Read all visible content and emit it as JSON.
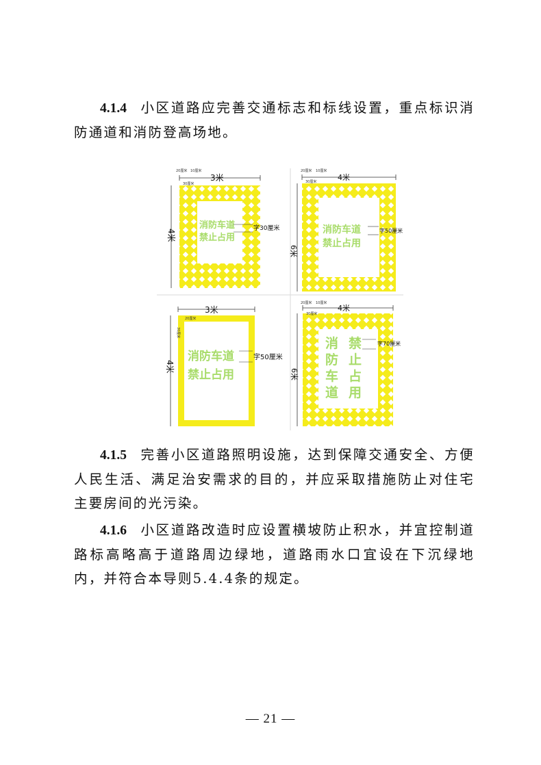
{
  "paragraphs": [
    {
      "num": "4.1.4",
      "text": "小区道路应完善交通标志和标线设置，重点标识消防通道和消防登高场地。"
    },
    {
      "num": "4.1.5",
      "text": "完善小区道路照明设施，达到保障交通安全、方便人民生活、满足治安需求的目的，并应采取措施防止对住宅主要房间的光污染。"
    },
    {
      "num": "4.1.6",
      "text": "小区道路改造时应设置横坡防止积水，并宜控制道路标高略高于道路周边绿地，道路雨水口宜设在下沉绿地内，并符合本导则5.4.4条的规定。"
    }
  ],
  "figure": {
    "panel_a": {
      "width": "3米",
      "height": "4米",
      "dim1": "20厘米",
      "dim2": "10厘米",
      "dim3": "30厘米",
      "line1": "消防车道",
      "line2": "禁止占用",
      "font": "字30厘米"
    },
    "panel_b": {
      "width": "4米",
      "height": "6米",
      "dim1": "20厘米",
      "dim2": "10厘米",
      "dim3": "30厘米",
      "line1": "消防车道",
      "line2": "禁止占用",
      "font": "字50厘米"
    },
    "panel_c": {
      "width": "3米",
      "height": "4米",
      "dim1": "20厘米",
      "dim2": "30厘米",
      "line1": "消防车道",
      "line2": "禁止占用",
      "font": "字50厘米"
    },
    "panel_d": {
      "width": "4米",
      "height": "6米",
      "dim1": "20厘米",
      "dim2": "10厘米",
      "dim3": "30厘米",
      "col1": [
        "消",
        "防",
        "车",
        "道"
      ],
      "col2": [
        "禁",
        "止",
        "占",
        "用"
      ],
      "font": "字70厘米"
    }
  },
  "colors": {
    "yellow": "#F5EC1B",
    "text_green": "#A8DC6A"
  },
  "page_number": "— 21 —"
}
